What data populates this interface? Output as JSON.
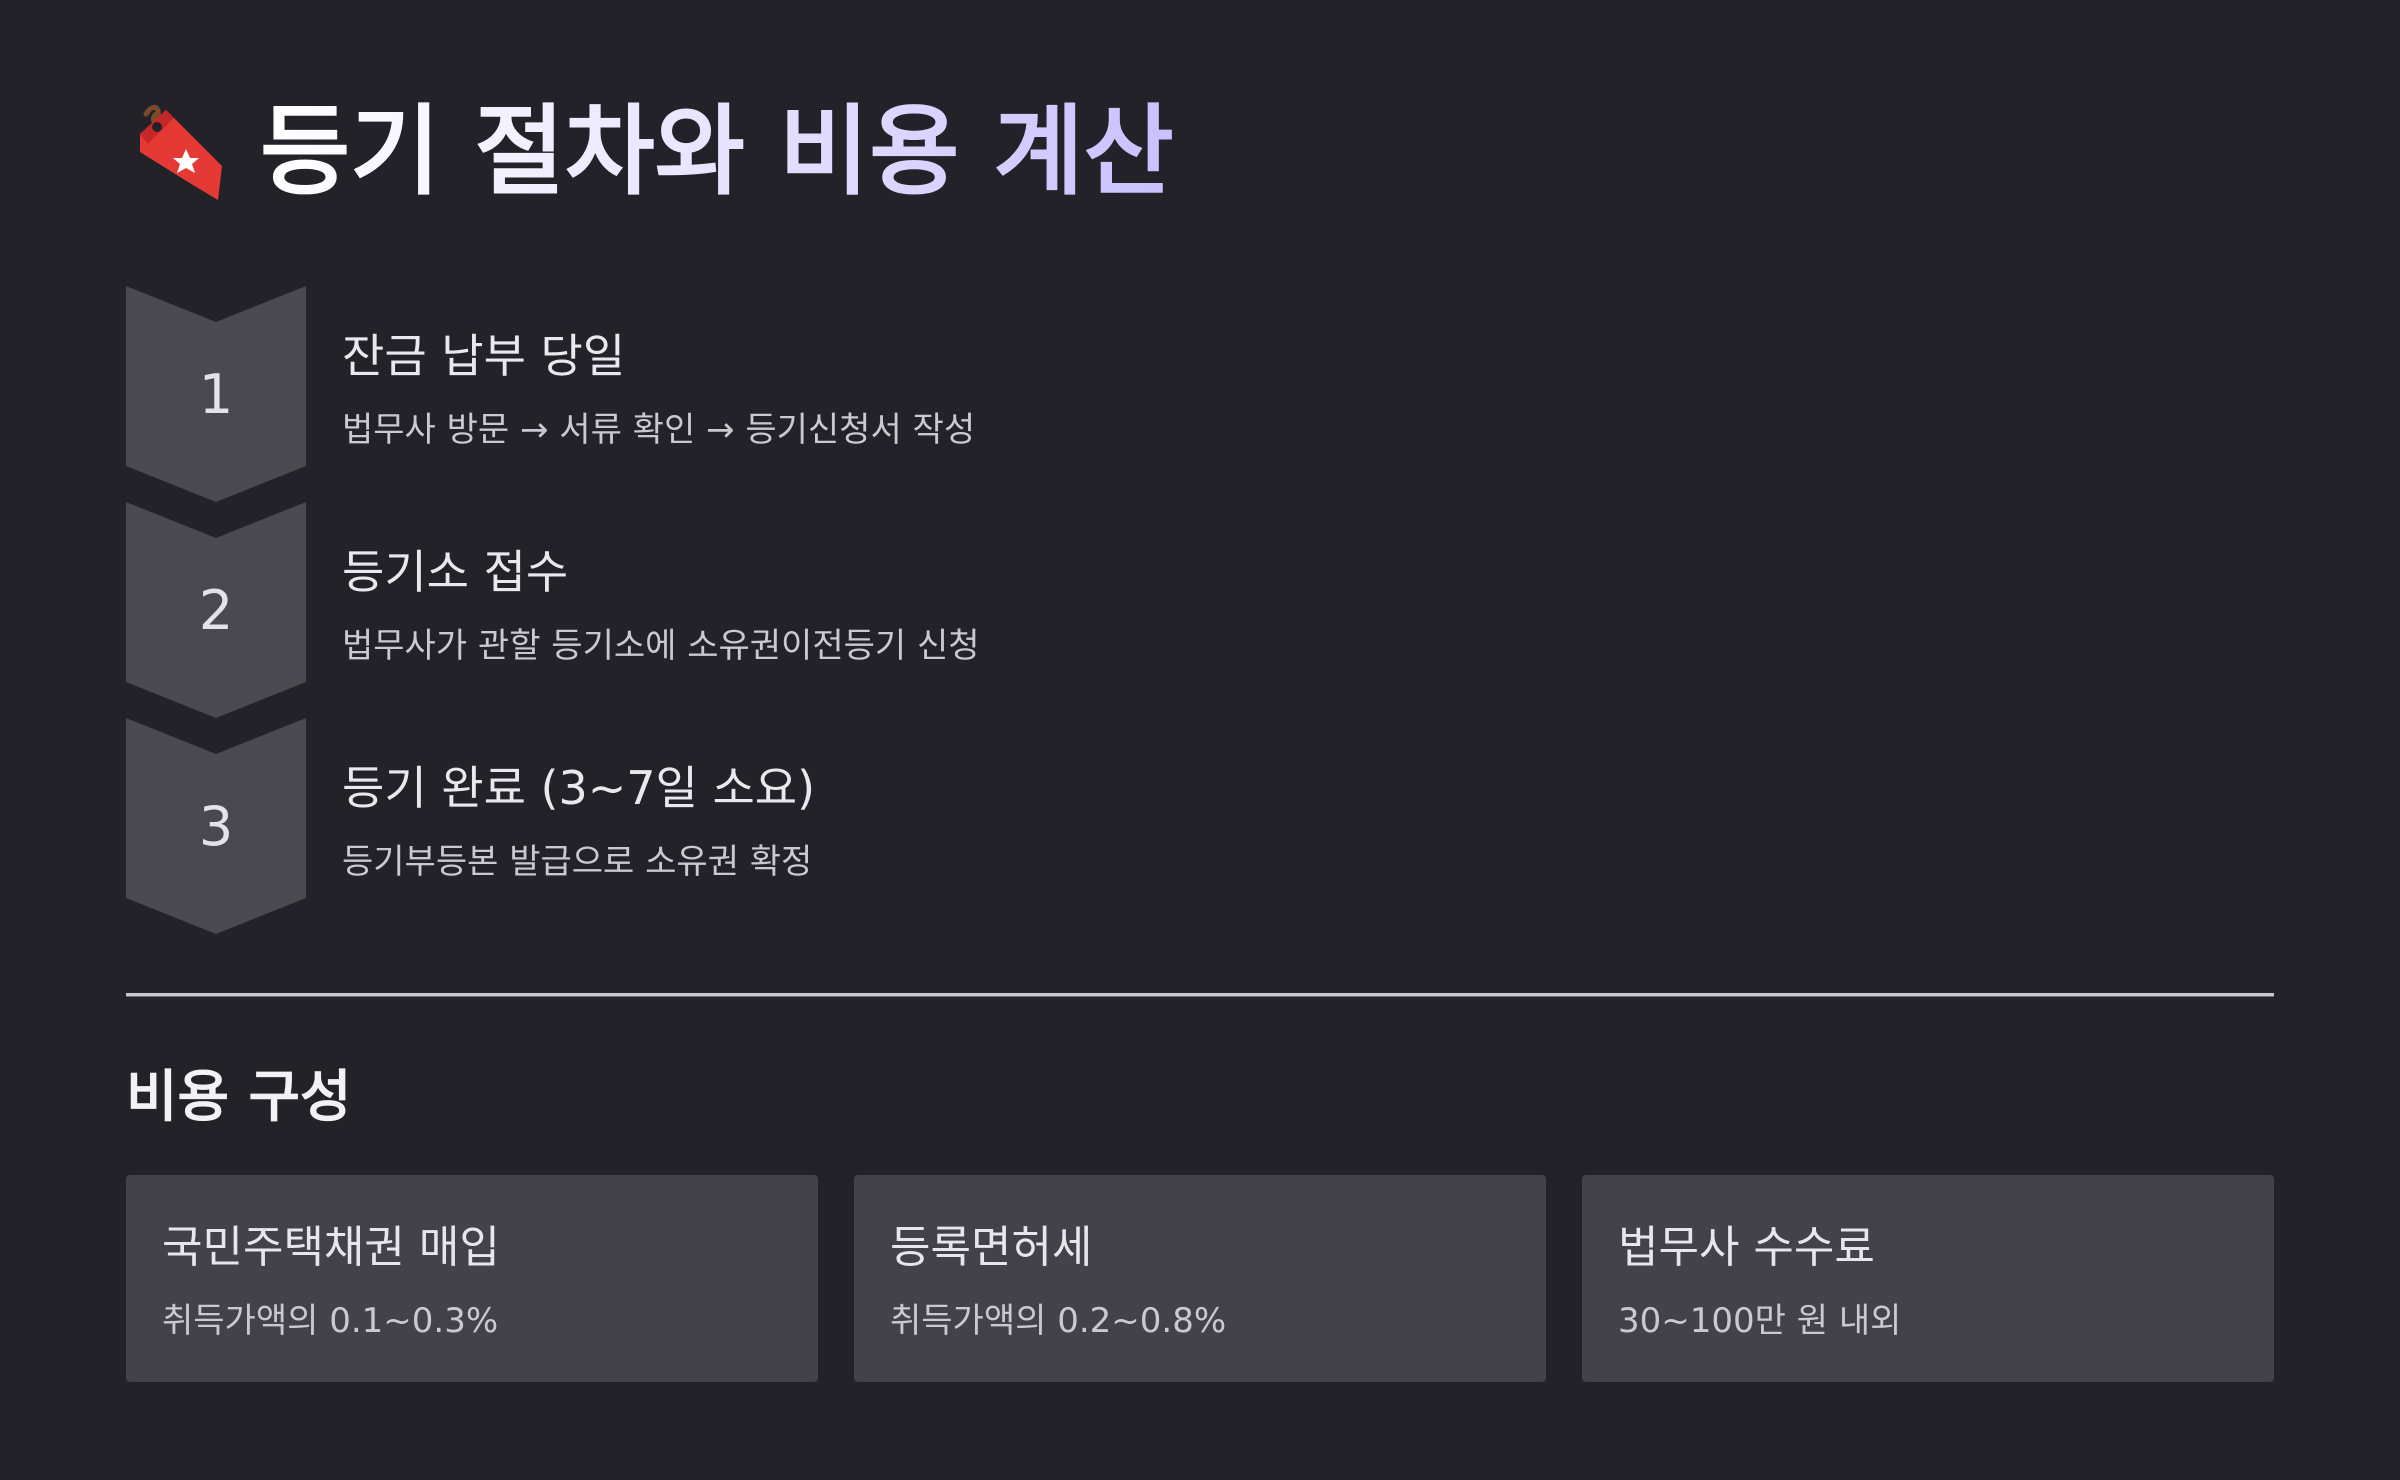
{
  "header": {
    "icon": "bookmark-tag-icon",
    "title": "등기 절차와 비용 계산"
  },
  "steps": [
    {
      "number": "1",
      "title": "잔금 납부 당일",
      "description": "법무사 방문 → 서류 확인 → 등기신청서 작성"
    },
    {
      "number": "2",
      "title": "등기소 접수",
      "description": "법무사가 관할 등기소에 소유권이전등기 신청"
    },
    {
      "number": "3",
      "title": "등기 완료 (3~7일 소요)",
      "description": "등기부등본 발급으로 소유권 확정"
    }
  ],
  "costs": {
    "section_title": "비용 구성",
    "items": [
      {
        "title": "국민주택채권 매입",
        "description": "취득가액의 0.1~0.3%"
      },
      {
        "title": "등록면허세",
        "description": "취득가액의 0.2~0.8%"
      },
      {
        "title": "법무사 수수료",
        "description": "30~100만 원 내외"
      }
    ]
  },
  "colors": {
    "background": "#232228",
    "chevron": "#4a4950",
    "card": "#434249",
    "tag": "#e53935"
  }
}
